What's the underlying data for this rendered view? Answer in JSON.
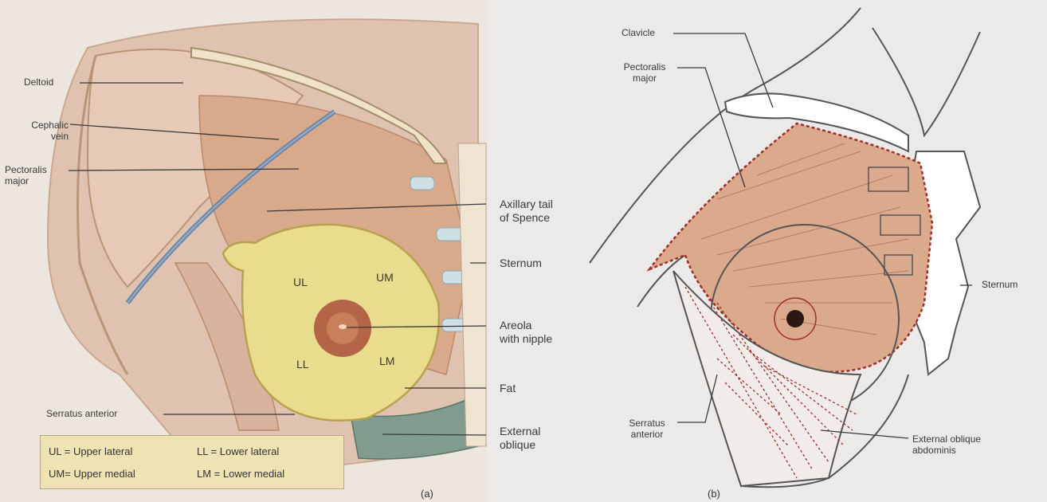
{
  "panel_a": {
    "labels": {
      "deltoid": "Deltoid",
      "cephalic_vein": "Cephalic\nvein",
      "pectoralis_major": "Pectoralis\nmajor",
      "axillary_tail": "Axillary tail\nof Spence",
      "sternum": "Sternum",
      "areola": "Areola\nwith nipple",
      "fat": "Fat",
      "external_oblique": "External\noblique",
      "serratus_anterior": "Serratus anterior"
    },
    "regions": {
      "ul": "UL",
      "um": "UM",
      "ll": "LL",
      "lm": "LM"
    },
    "legend": [
      "UL = Upper lateral",
      "LL = Lower lateral",
      "UM= Upper medial",
      "LM = Lower medial"
    ],
    "caption": "(a)"
  },
  "panel_b": {
    "labels": {
      "clavicle": "Clavicle",
      "pectoralis_major": "Pectoralis\nmajor",
      "sternum": "Sternum",
      "serratus_anterior": "Serratus\nanterior",
      "external_oblique_abdominis": "External oblique\nabdominis"
    },
    "caption": "(b)"
  },
  "colors": {
    "breast_fat": "#e9dc8d",
    "areola": "#b46548",
    "pectoralis_fill": "#dba98c",
    "pectoralis_outline": "#a02f28",
    "legend_bg": "#f0e3b3",
    "cephalic_vein": "#6c87a8"
  }
}
